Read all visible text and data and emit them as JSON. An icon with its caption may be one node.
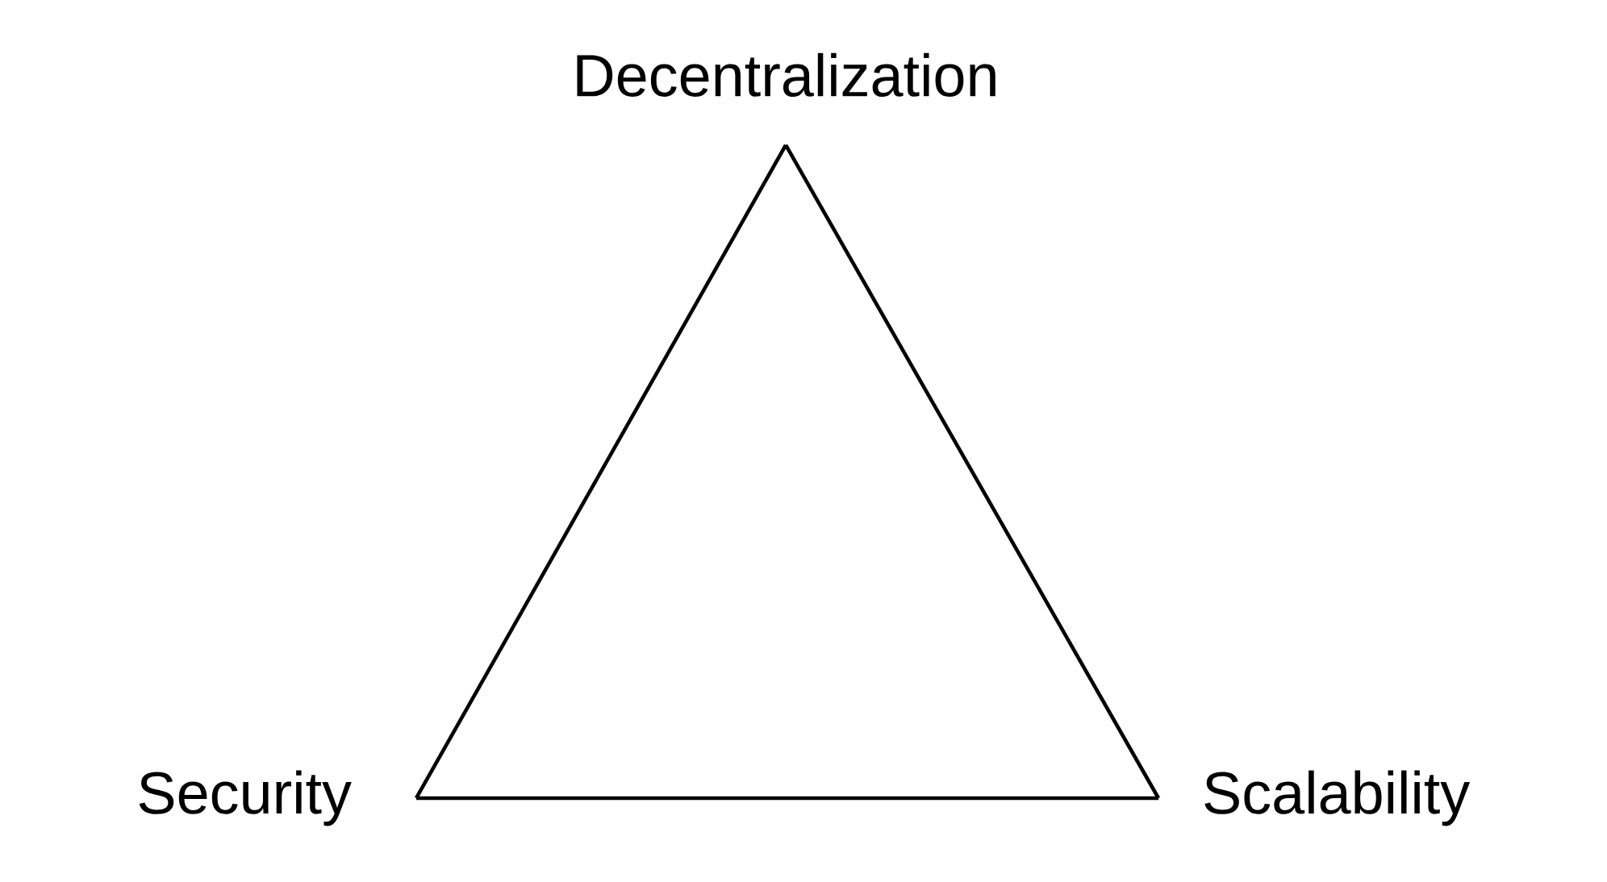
{
  "diagram": {
    "nodes": [
      {
        "text": [
          "Decentralization"
        ]
      },
      {
        "text": [
          "Security"
        ]
      },
      {
        "text": [
          "Scalability"
        ]
      }
    ],
    "edges": [
      {
        "from": 0,
        "to": 1,
        "arrow": "none"
      },
      {
        "from": 1,
        "to": 2,
        "arrow": "none"
      },
      {
        "from": 2,
        "to": 0,
        "arrow": "none"
      }
    ]
  }
}
